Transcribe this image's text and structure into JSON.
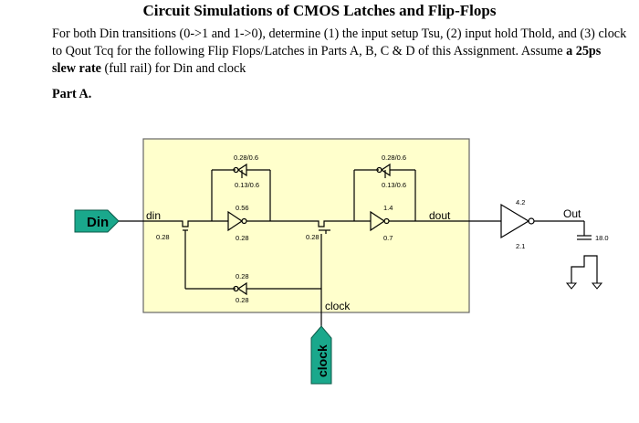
{
  "heading": "Circuit Simulations of CMOS Latches and Flip-Flops",
  "intro": {
    "text": "For both Din transitions (0->1 and 1->0), determine (1) the input setup Tsu, (2) input hold Thold, and (3) clock to Qout Tcq for the following Flip Flops/Latches in Parts A, B, C & D of this Assignment. Assume ",
    "bold": "a 25ps slew rate",
    "tail": " (full rail) for Din and clock"
  },
  "part_label": "Part A.",
  "diagram": {
    "ports": {
      "din_pin": "Din",
      "clock_pin": "clock"
    },
    "nets": {
      "din": "din",
      "clock": "clock",
      "dout": "dout",
      "out": "Out"
    },
    "sizes": {
      "tg1": "0.28",
      "inv1_fb": "0.28/0.6",
      "inv1_fb_lower": "0.13/0.6",
      "inv1_top": "0.56",
      "inv1_bot": "0.28",
      "clk_inv_top": "0.28",
      "clk_inv_bot": "0.28",
      "tg2": "0.28",
      "inv2_fb": "0.28/0.6",
      "inv2_fb_lower": "0.13/0.6",
      "inv2_top": "1.4",
      "inv2_bot": "0.7",
      "out_inv_top": "4.2",
      "out_inv_bot": "2.1",
      "load_cap": "18.0"
    },
    "colors": {
      "port_fill": "#1aa88c",
      "box_fill": "#ffffcc",
      "wire": "#000000"
    }
  }
}
